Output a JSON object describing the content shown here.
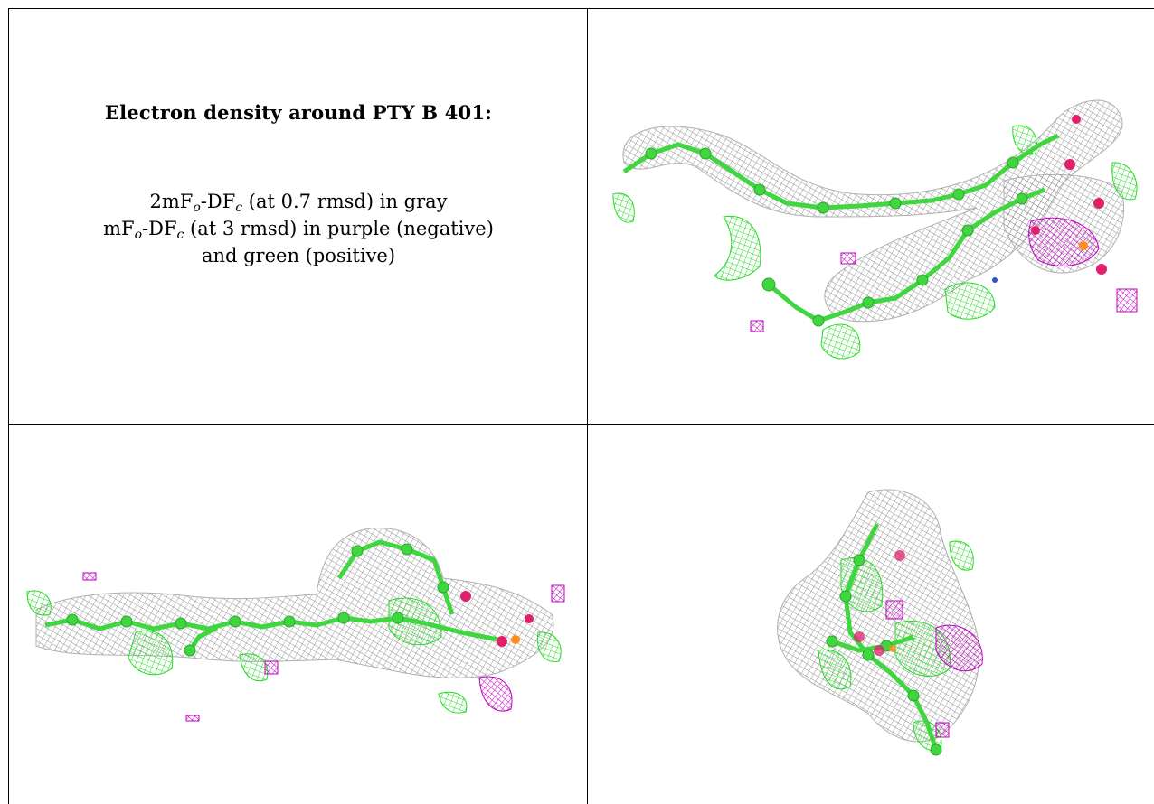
{
  "heading": "Electron density around PTY B 401:",
  "legend": {
    "line1": {
      "prefix": "2mF",
      "s1": "o",
      "mid": "-DF",
      "s2": "c",
      "suffix": " (at 0.7 rmsd) in gray"
    },
    "line2": {
      "prefix": "mF",
      "s1": "o",
      "mid": "-DF",
      "s2": "c",
      "suffix": " (at 3 rmsd) in purple (negative)"
    },
    "line3": "and green (positive)"
  },
  "colors": {
    "mesh_2fo_fc": "#9a9a9a",
    "fo_fc_negative": "#c000c0",
    "fo_fc_positive": "#22e022",
    "model_carbon": "#3fd63f",
    "model_oxygen": "#e0206a",
    "model_phosphorus": "#ff8c1a",
    "model_nitrogen": "#3050d0"
  },
  "panels": [
    {
      "name": "view-1"
    },
    {
      "name": "view-2"
    },
    {
      "name": "view-3"
    }
  ]
}
